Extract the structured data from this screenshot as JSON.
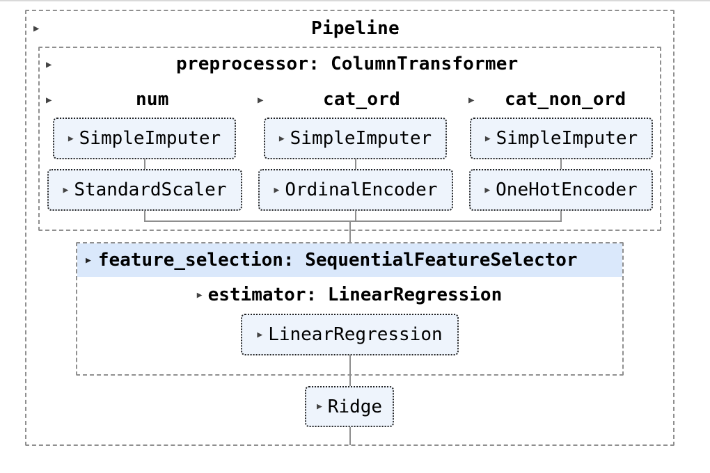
{
  "pipeline": {
    "label": "Pipeline",
    "preprocessor": {
      "label": "preprocessor: ColumnTransformer",
      "columns": [
        {
          "label": "num",
          "steps": [
            "SimpleImputer",
            "StandardScaler"
          ]
        },
        {
          "label": "cat_ord",
          "steps": [
            "SimpleImputer",
            "OrdinalEncoder"
          ]
        },
        {
          "label": "cat_non_ord",
          "steps": [
            "SimpleImputer",
            "OneHotEncoder"
          ]
        }
      ]
    },
    "feature_selection": {
      "label": "feature_selection: SequentialFeatureSelector",
      "estimator_label": "estimator: LinearRegression",
      "estimator_step": "LinearRegression"
    },
    "final_step": "Ridge"
  },
  "icons": {
    "collapsed": "triangle-right-icon"
  },
  "colors": {
    "estimator_fill": "#eef4fc",
    "header_fill": "#dae8fb",
    "dashed_border": "#8f8f8f"
  }
}
